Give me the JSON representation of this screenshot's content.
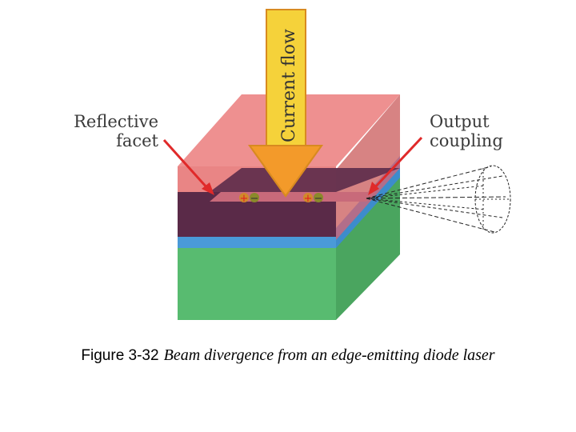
{
  "labels": {
    "current_flow": "Current flow",
    "reflective": [
      "Reflective",
      "facet"
    ],
    "output": [
      "Output",
      "coupling"
    ],
    "charge_symbols": [
      "+",
      "−",
      "+",
      "−"
    ]
  },
  "caption": {
    "label": "Figure 3-32",
    "text": "Beam divergence from an edge-emitting diode laser"
  },
  "colors": {
    "top_layer": "#e88080",
    "active_layer": "#5a2a48",
    "blue_layer": "#4a9ad8",
    "substrate": "#58bb70",
    "arrow_fill": "#f5d23a",
    "arrow_orange": "#f39a2a",
    "pointer_red": "#e02a2a"
  }
}
